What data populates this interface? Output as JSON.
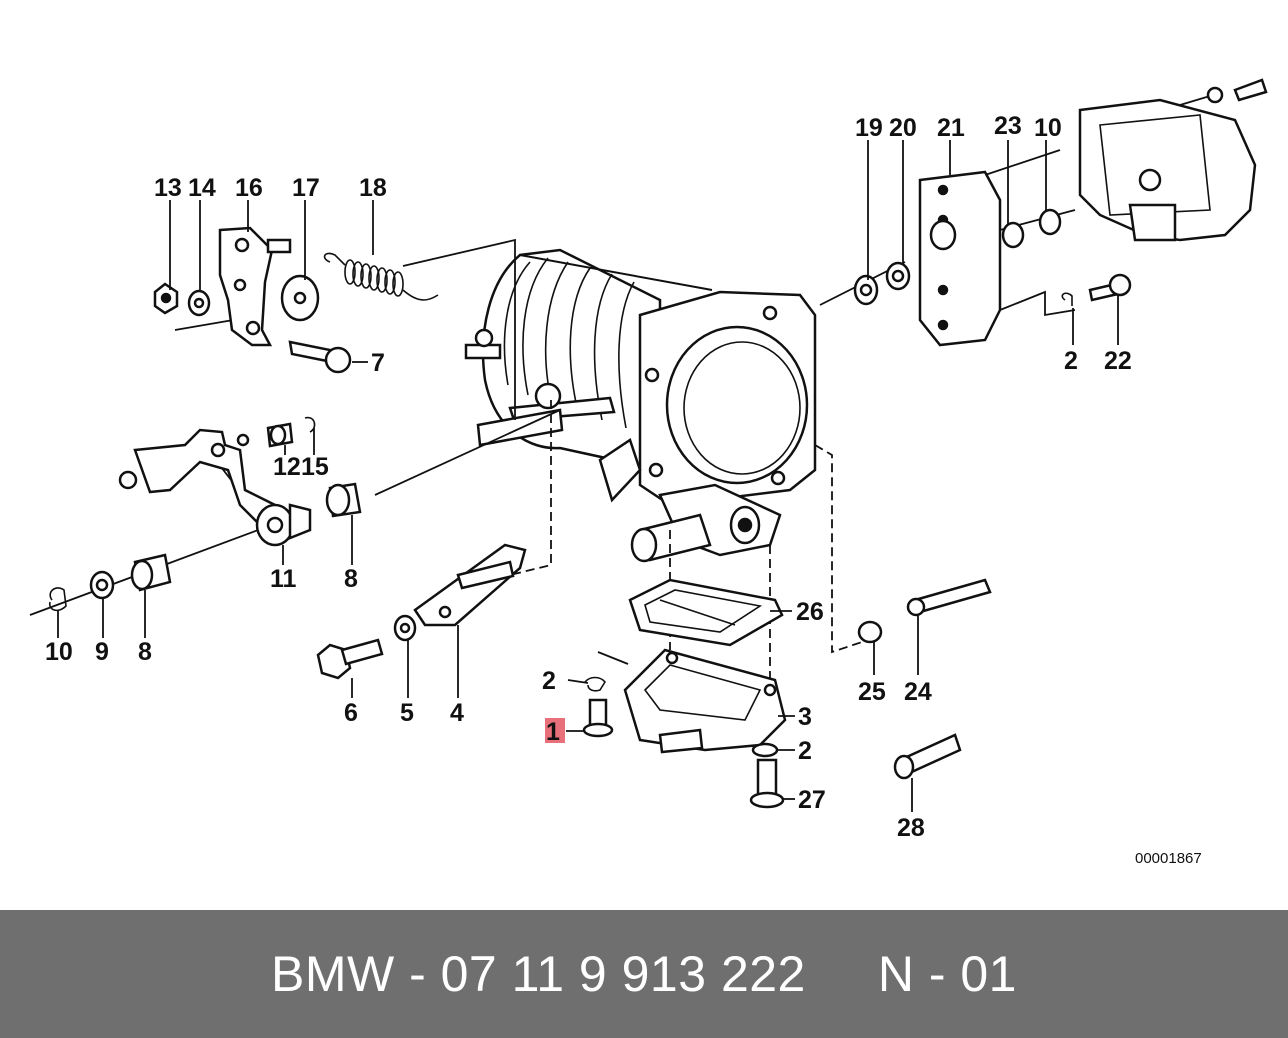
{
  "diagram": {
    "drawing_code": "00001867",
    "highlight_color": "#e8707a",
    "callouts": [
      {
        "id": "c13",
        "label": "13"
      },
      {
        "id": "c14",
        "label": "14"
      },
      {
        "id": "c16",
        "label": "16"
      },
      {
        "id": "c17",
        "label": "17"
      },
      {
        "id": "c18",
        "label": "18"
      },
      {
        "id": "c7",
        "label": "7"
      },
      {
        "id": "c12",
        "label": "12"
      },
      {
        "id": "c15",
        "label": "15"
      },
      {
        "id": "c11",
        "label": "11"
      },
      {
        "id": "c8a",
        "label": "8"
      },
      {
        "id": "c10a",
        "label": "10"
      },
      {
        "id": "c9",
        "label": "9"
      },
      {
        "id": "c8b",
        "label": "8"
      },
      {
        "id": "c6",
        "label": "6"
      },
      {
        "id": "c5",
        "label": "5"
      },
      {
        "id": "c4",
        "label": "4"
      },
      {
        "id": "c19",
        "label": "19"
      },
      {
        "id": "c20",
        "label": "20"
      },
      {
        "id": "c21",
        "label": "21"
      },
      {
        "id": "c23",
        "label": "23"
      },
      {
        "id": "c10b",
        "label": "10"
      },
      {
        "id": "c2a",
        "label": "2"
      },
      {
        "id": "c22",
        "label": "22"
      },
      {
        "id": "c26",
        "label": "26"
      },
      {
        "id": "c2b",
        "label": "2"
      },
      {
        "id": "c1",
        "label": "1"
      },
      {
        "id": "c3",
        "label": "3"
      },
      {
        "id": "c2c",
        "label": "2"
      },
      {
        "id": "c27",
        "label": "27"
      },
      {
        "id": "c25",
        "label": "25"
      },
      {
        "id": "c24",
        "label": "24"
      },
      {
        "id": "c28",
        "label": "28"
      }
    ]
  },
  "footer": {
    "brand": "BMW",
    "part_number": "07 11 9 913 222",
    "position": "N - 01",
    "full_text": "BMW - 07 11 9 913 222     N - 01",
    "background_color": "#6f6f6f",
    "text_color": "#ffffff"
  }
}
